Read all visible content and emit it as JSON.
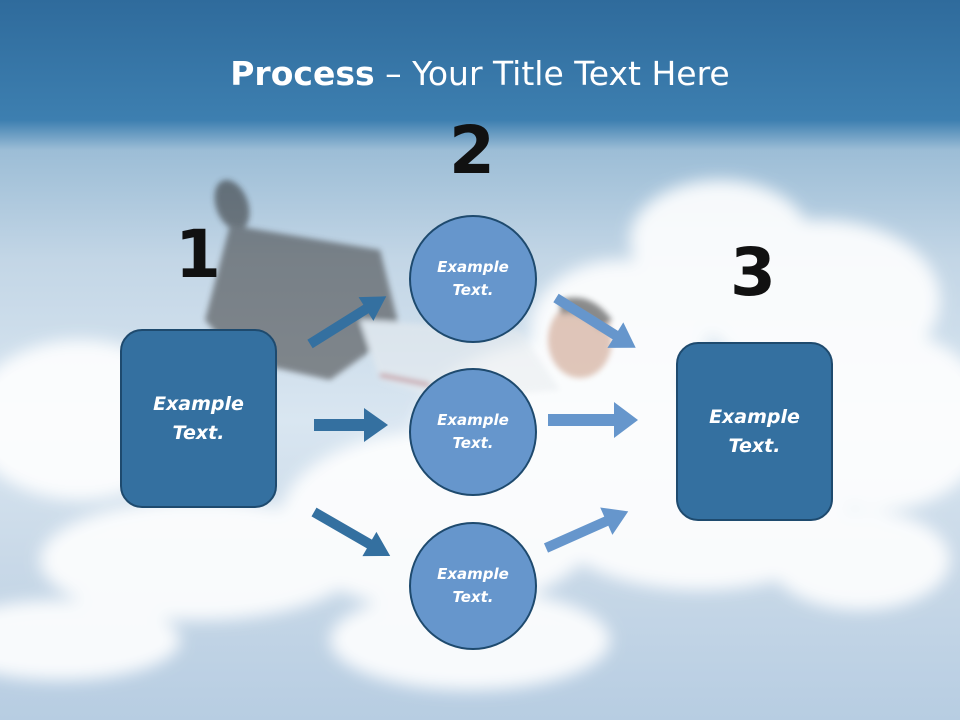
{
  "title": {
    "bold": "Process",
    "rest": " – Your Title Text Here"
  },
  "steps": {
    "one": "1",
    "two": "2",
    "three": "3"
  },
  "left_box": {
    "line1": "Example",
    "line2": "Text."
  },
  "circles": [
    {
      "line1": "Example",
      "line2": "Text."
    },
    {
      "line1": "Example",
      "line2": "Text."
    },
    {
      "line1": "Example",
      "line2": "Text."
    }
  ],
  "right_box": {
    "line1": "Example",
    "line2": "Text."
  },
  "colors": {
    "box": "#3470a0",
    "circle": "#6696cc",
    "arrow_left": "#3470a0",
    "arrow_right": "#6696cc",
    "title_bar": "#2f6b9c"
  }
}
